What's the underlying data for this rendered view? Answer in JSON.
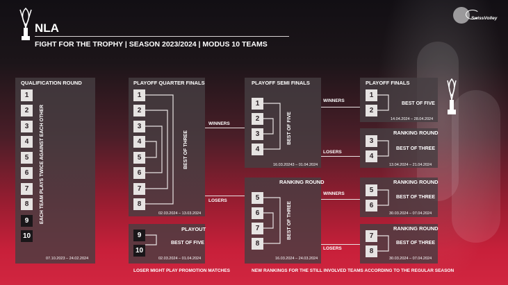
{
  "header": {
    "title": "NLA",
    "subtitle": "FIGHT FOR THE TROPHY | SEASON 2023/2024 | MODUS 10 TEAMS",
    "brand": "SwissVolley"
  },
  "qualification": {
    "title": "QUALIFICATION ROUND",
    "seeds": [
      "1",
      "2",
      "3",
      "4",
      "5",
      "6",
      "7",
      "8",
      "9",
      "10"
    ],
    "note": "EACH TEAM PLAYS TWICE AGAINST EACH OTHER",
    "dates": "07.10.2023 – 24.02.2024"
  },
  "quarter_finals": {
    "title": "PLAYOFF QUARTER FINALS",
    "seeds": [
      "1",
      "2",
      "3",
      "4",
      "5",
      "6",
      "7",
      "8"
    ],
    "format": "BEST OF THREE",
    "dates": "02.03.2024 – 13.03.2024"
  },
  "playout": {
    "title": "PLAYOUT",
    "seeds": [
      "9",
      "10"
    ],
    "format": "BEST OF FIVE",
    "dates": "02.03.2024 – 01.04.2024"
  },
  "flow": {
    "winners_1": "WINNERS",
    "losers_1": "LOSERS",
    "losers_2": "LOSERS",
    "winners_2": "WINNERS",
    "losers_3": "LOSERS"
  },
  "semi_finals": {
    "title": "PLAYOFF SEMI FINALS",
    "seeds": [
      "1",
      "2",
      "3",
      "4"
    ],
    "format": "BEST OF FIVE",
    "dates": "16.03.20243 – 01.04.2024"
  },
  "ranking_1": {
    "title": "RANKING ROUND",
    "seeds": [
      "5",
      "6",
      "7",
      "8"
    ],
    "format": "BEST OF THREE",
    "dates": "16.03.2024 – 24.03.2024"
  },
  "finals": {
    "title": "PLAYOFF FINALS",
    "seeds": [
      "1",
      "2"
    ],
    "format": "BEST OF FIVE",
    "dates": "14.04.2024 – 28.04.2024"
  },
  "ranking_3": {
    "title": "RANKING ROUND",
    "seeds": [
      "3",
      "4"
    ],
    "format": "BEST OF THREE",
    "dates": "13.04.2024 – 21.04.2024"
  },
  "ranking_5": {
    "title": "RANKING ROUND",
    "seeds": [
      "5",
      "6"
    ],
    "format": "BEST OF THREE",
    "dates": "30.03.2024 – 07.04.2024"
  },
  "ranking_7": {
    "title": "RANKING ROUND",
    "seeds": [
      "7",
      "8"
    ],
    "format": "BEST OF THREE",
    "dates": "30.03.2024 – 07.04.2024"
  },
  "footer": {
    "left": "LOSER MIGHT PLAY PROMOTION MATCHES",
    "right": "NEW RANKINGS FOR THE STILL INVOLVED TEAMS ACCORDING TO THE REGULAR SEASON"
  },
  "colors": {
    "accent": "#c8203a",
    "panel": "#4a4144",
    "seed": "#e6e3e2"
  }
}
